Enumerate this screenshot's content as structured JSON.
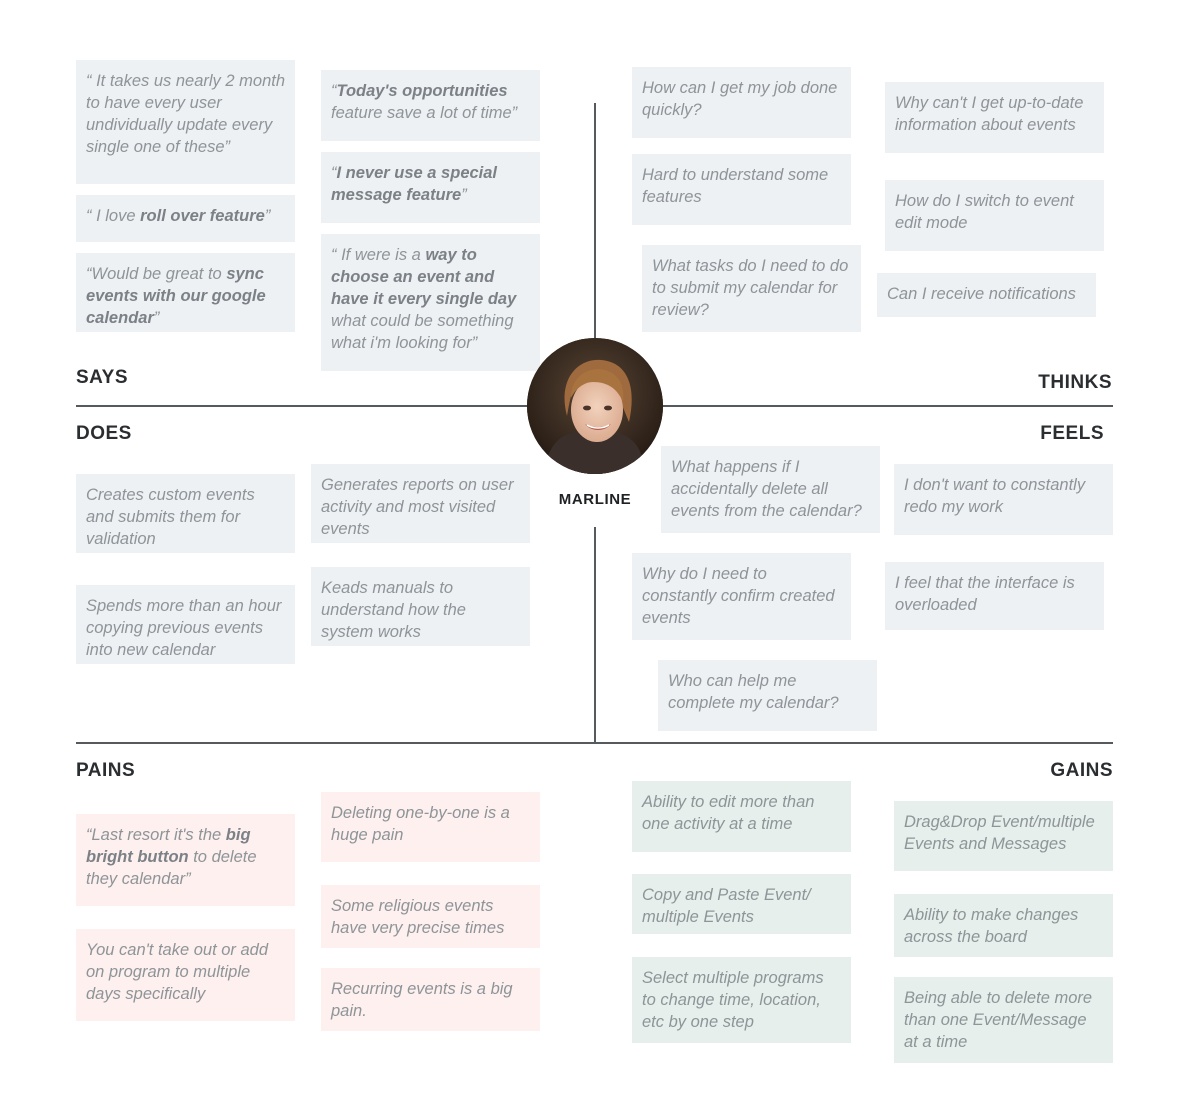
{
  "persona": {
    "name": "MARLINE"
  },
  "quadrants": {
    "says": "SAYS",
    "thinks": "THINKS",
    "does": "DOES",
    "feels": "FEELS",
    "pains": "PAINS",
    "gains": "GAINS"
  },
  "says": [
    {
      "parts": [
        {
          "t": "“ It takes us nearly 2 month to have every user undividually update every single one of these”"
        }
      ]
    },
    {
      "parts": [
        {
          "t": "“ I love "
        },
        {
          "t": "roll over feature",
          "b": true
        },
        {
          "t": "”"
        }
      ]
    },
    {
      "parts": [
        {
          "t": "“Would be great to "
        },
        {
          "t": "sync events with our google calendar",
          "b": true
        },
        {
          "t": "”"
        }
      ]
    },
    {
      "parts": [
        {
          "t": "“"
        },
        {
          "t": "Today's opportunities",
          "b": true
        },
        {
          "t": " feature save a lot of time”"
        }
      ]
    },
    {
      "parts": [
        {
          "t": "“"
        },
        {
          "t": "I never use a special message feature",
          "b": true
        },
        {
          "t": "”"
        }
      ]
    },
    {
      "parts": [
        {
          "t": "“ If were is a "
        },
        {
          "t": "way to choose an event and have it every single day",
          "b": true
        },
        {
          "t": " what could be something what i'm looking for”"
        }
      ]
    }
  ],
  "thinks": [
    {
      "parts": [
        {
          "t": "How can I get my job done quickly?"
        }
      ]
    },
    {
      "parts": [
        {
          "t": "Hard to understand some features"
        }
      ]
    },
    {
      "parts": [
        {
          "t": "What tasks do I need to do to submit my calendar for review?"
        }
      ]
    },
    {
      "parts": [
        {
          "t": "Why can't I get up-to-date information about events"
        }
      ]
    },
    {
      "parts": [
        {
          "t": "How do I switch to event edit mode"
        }
      ]
    },
    {
      "parts": [
        {
          "t": "Can I receive notifications"
        }
      ]
    }
  ],
  "does": [
    {
      "parts": [
        {
          "t": "Creates custom events and submits them for validation"
        }
      ]
    },
    {
      "parts": [
        {
          "t": "Spends more than an hour copying previous events into new calendar"
        }
      ]
    },
    {
      "parts": [
        {
          "t": "Generates reports on user activity and most visited events"
        }
      ]
    },
    {
      "parts": [
        {
          "t": "Keads manuals to understand how the system works"
        }
      ]
    }
  ],
  "feels": [
    {
      "parts": [
        {
          "t": "What happens if I accidentally delete all events from the calendar?"
        }
      ]
    },
    {
      "parts": [
        {
          "t": "Why do I need to constantly confirm created events"
        }
      ]
    },
    {
      "parts": [
        {
          "t": "Who can help me complete my calendar?"
        }
      ]
    },
    {
      "parts": [
        {
          "t": "I don't want to constantly redo my work"
        }
      ]
    },
    {
      "parts": [
        {
          "t": "I feel that the interface is overloaded"
        }
      ]
    }
  ],
  "pains": [
    {
      "parts": [
        {
          "t": "“Last resort it's the "
        },
        {
          "t": "big bright button",
          "b": true
        },
        {
          "t": " to delete they calendar”"
        }
      ]
    },
    {
      "parts": [
        {
          "t": "You can't take out or add on program to multiple days specifically"
        }
      ]
    },
    {
      "parts": [
        {
          "t": "Deleting one-by-one is a huge pain"
        }
      ]
    },
    {
      "parts": [
        {
          "t": "Some religious events have very precise times"
        }
      ]
    },
    {
      "parts": [
        {
          "t": "Recurring events is a big pain."
        }
      ]
    }
  ],
  "gains": [
    {
      "parts": [
        {
          "t": "Ability to edit more than one activity at a time"
        }
      ]
    },
    {
      "parts": [
        {
          "t": "Copy and Paste Event/ multiple Events"
        }
      ]
    },
    {
      "parts": [
        {
          "t": "Select multiple programs to change time, location, etc by one step"
        }
      ]
    },
    {
      "parts": [
        {
          "t": "Drag&Drop Event/multiple Events and Messages"
        }
      ]
    },
    {
      "parts": [
        {
          "t": "Ability to make changes across the board"
        }
      ]
    },
    {
      "parts": [
        {
          "t": "Being able to delete more than one Event/Message at a time"
        }
      ]
    }
  ],
  "colors": {
    "note_gray": "#eef1f4",
    "note_pink": "#fdf0ef",
    "note_green": "#e6efeb",
    "note_text": "#8e9498",
    "divider": "#555a5e",
    "heading": "#2b2e31"
  },
  "icons": {
    "persona_photo": "avatar-photo-icon"
  }
}
